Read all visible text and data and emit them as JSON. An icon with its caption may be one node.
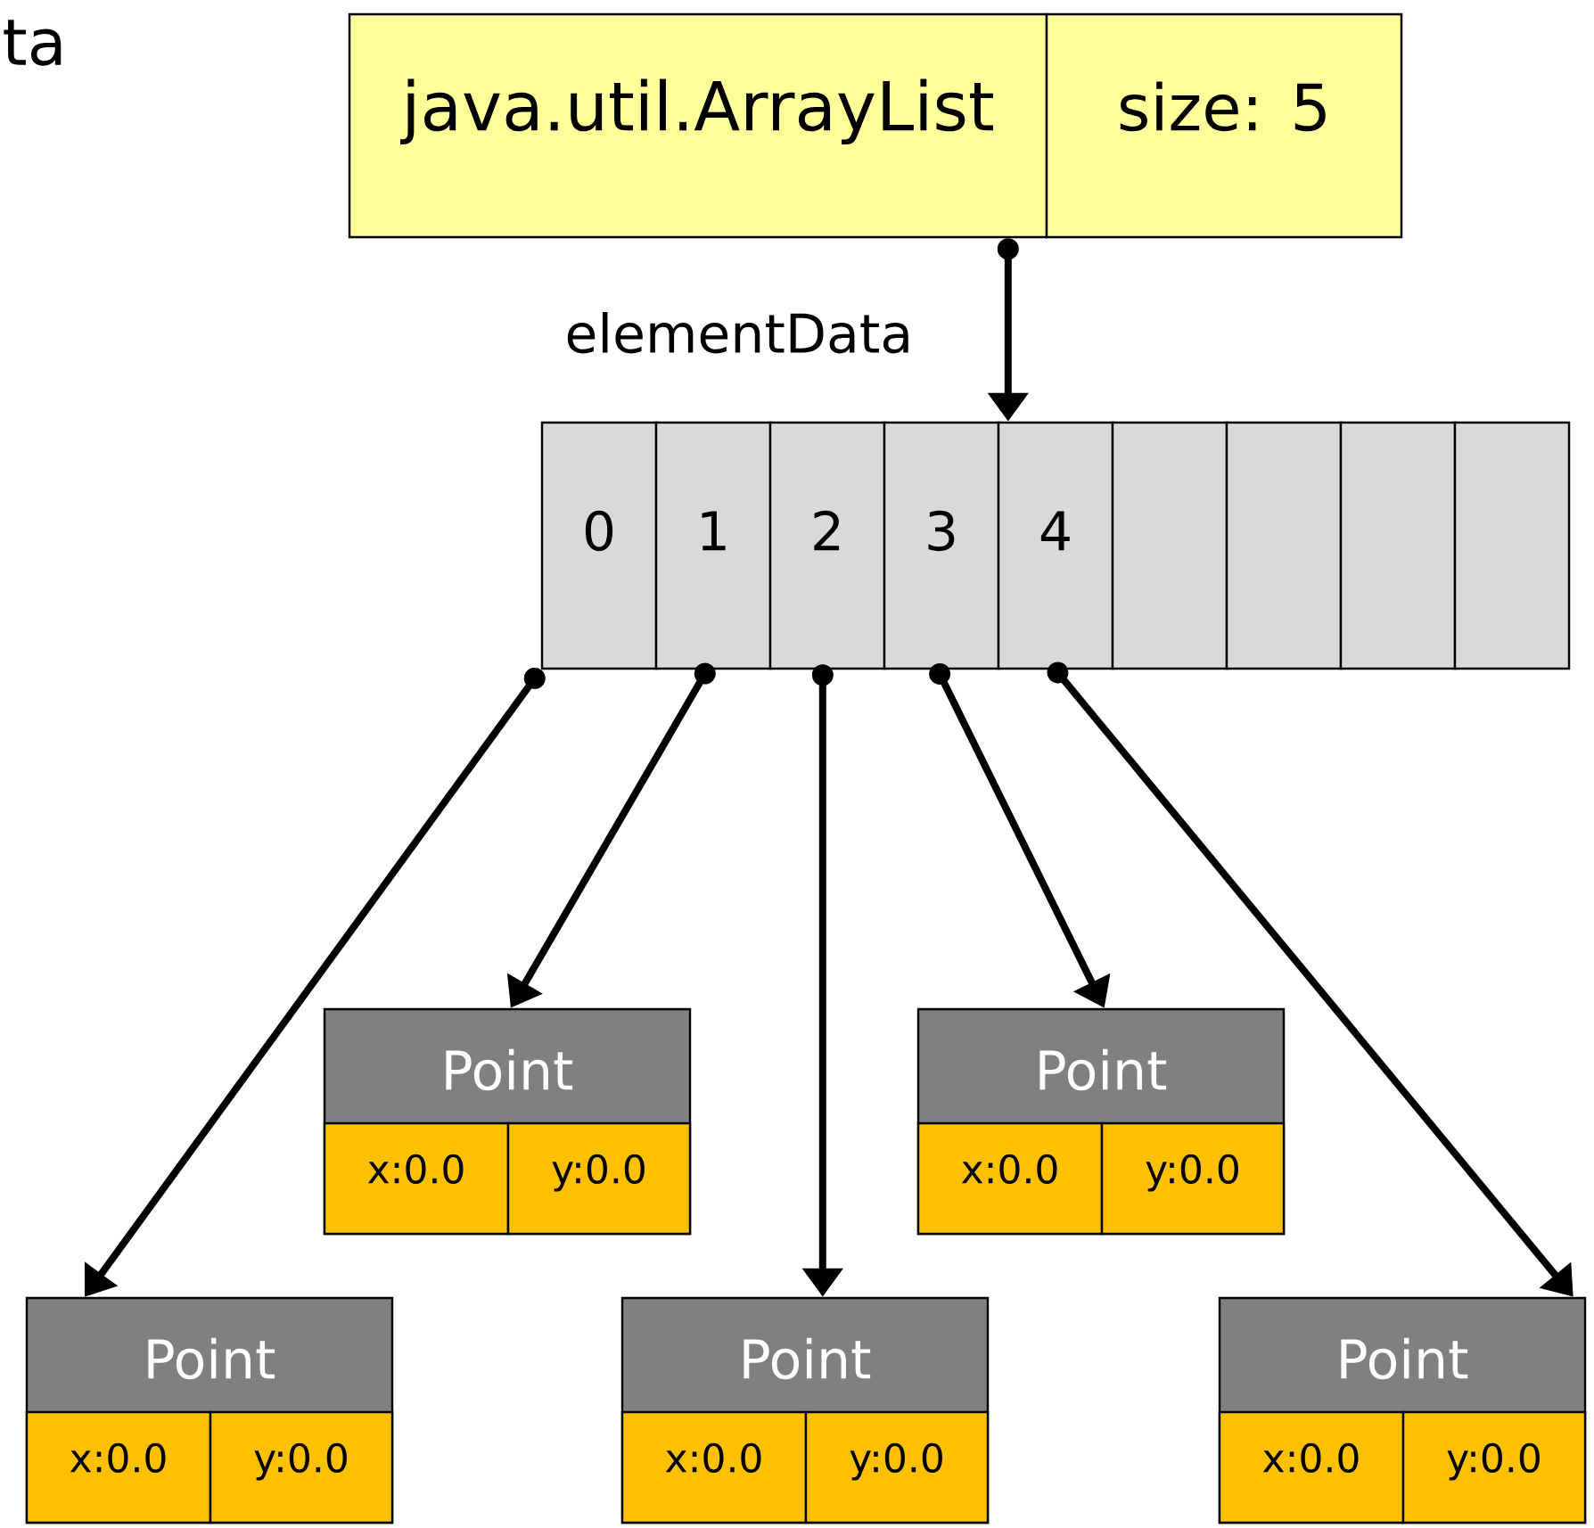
{
  "diagram": {
    "nodes": [
      {
        "text": [
          "java.util.ArrayList"
        ]
      },
      {
        "text": [
          "size: 5"
        ]
      },
      {
        "text": [
          "0"
        ]
      },
      {
        "text": [
          "1"
        ]
      },
      {
        "text": [
          "2"
        ]
      },
      {
        "text": [
          "3"
        ]
      },
      {
        "text": [
          "4"
        ]
      },
      {
        "text": [],
        "shape": "box"
      },
      {
        "text": [],
        "shape": "box"
      },
      {
        "text": [],
        "shape": "box"
      },
      {
        "text": [],
        "shape": "box"
      },
      {
        "text": [
          "Point"
        ]
      },
      {
        "text": [
          "x:0.0"
        ],
        "in": 11
      },
      {
        "text": [
          "y:0.0"
        ],
        "in": 11
      },
      {
        "text": [
          "Point"
        ]
      },
      {
        "text": [
          "x:0.0"
        ],
        "in": 14
      },
      {
        "text": [
          "y:0.0"
        ],
        "in": 14
      },
      {
        "text": [
          "Point"
        ]
      },
      {
        "text": [
          "x:0.0"
        ],
        "in": 17
      },
      {
        "text": [
          "y:0.0"
        ],
        "in": 17
      },
      {
        "text": [
          "Point"
        ]
      },
      {
        "text": [
          "x:0.0"
        ],
        "in": 20
      },
      {
        "text": [
          "y:0.0"
        ],
        "in": 20
      },
      {
        "text": [
          "Point"
        ]
      },
      {
        "text": [
          "x:0.0"
        ],
        "in": 23
      },
      {
        "text": [
          "y:0.0"
        ],
        "in": 23
      }
    ],
    "edges": [
      {
        "from": 0,
        "to": 6,
        "arrow": "to",
        "label": "elementData"
      },
      {
        "from": 2,
        "to": 17,
        "arrow": "to"
      },
      {
        "from": 3,
        "to": 11,
        "arrow": "to"
      },
      {
        "from": 4,
        "to": 20,
        "arrow": "to"
      },
      {
        "from": 5,
        "to": 14,
        "arrow": "to"
      },
      {
        "from": 6,
        "to": 23,
        "arrow": "to"
      }
    ],
    "labels": [
      "ta"
    ]
  }
}
